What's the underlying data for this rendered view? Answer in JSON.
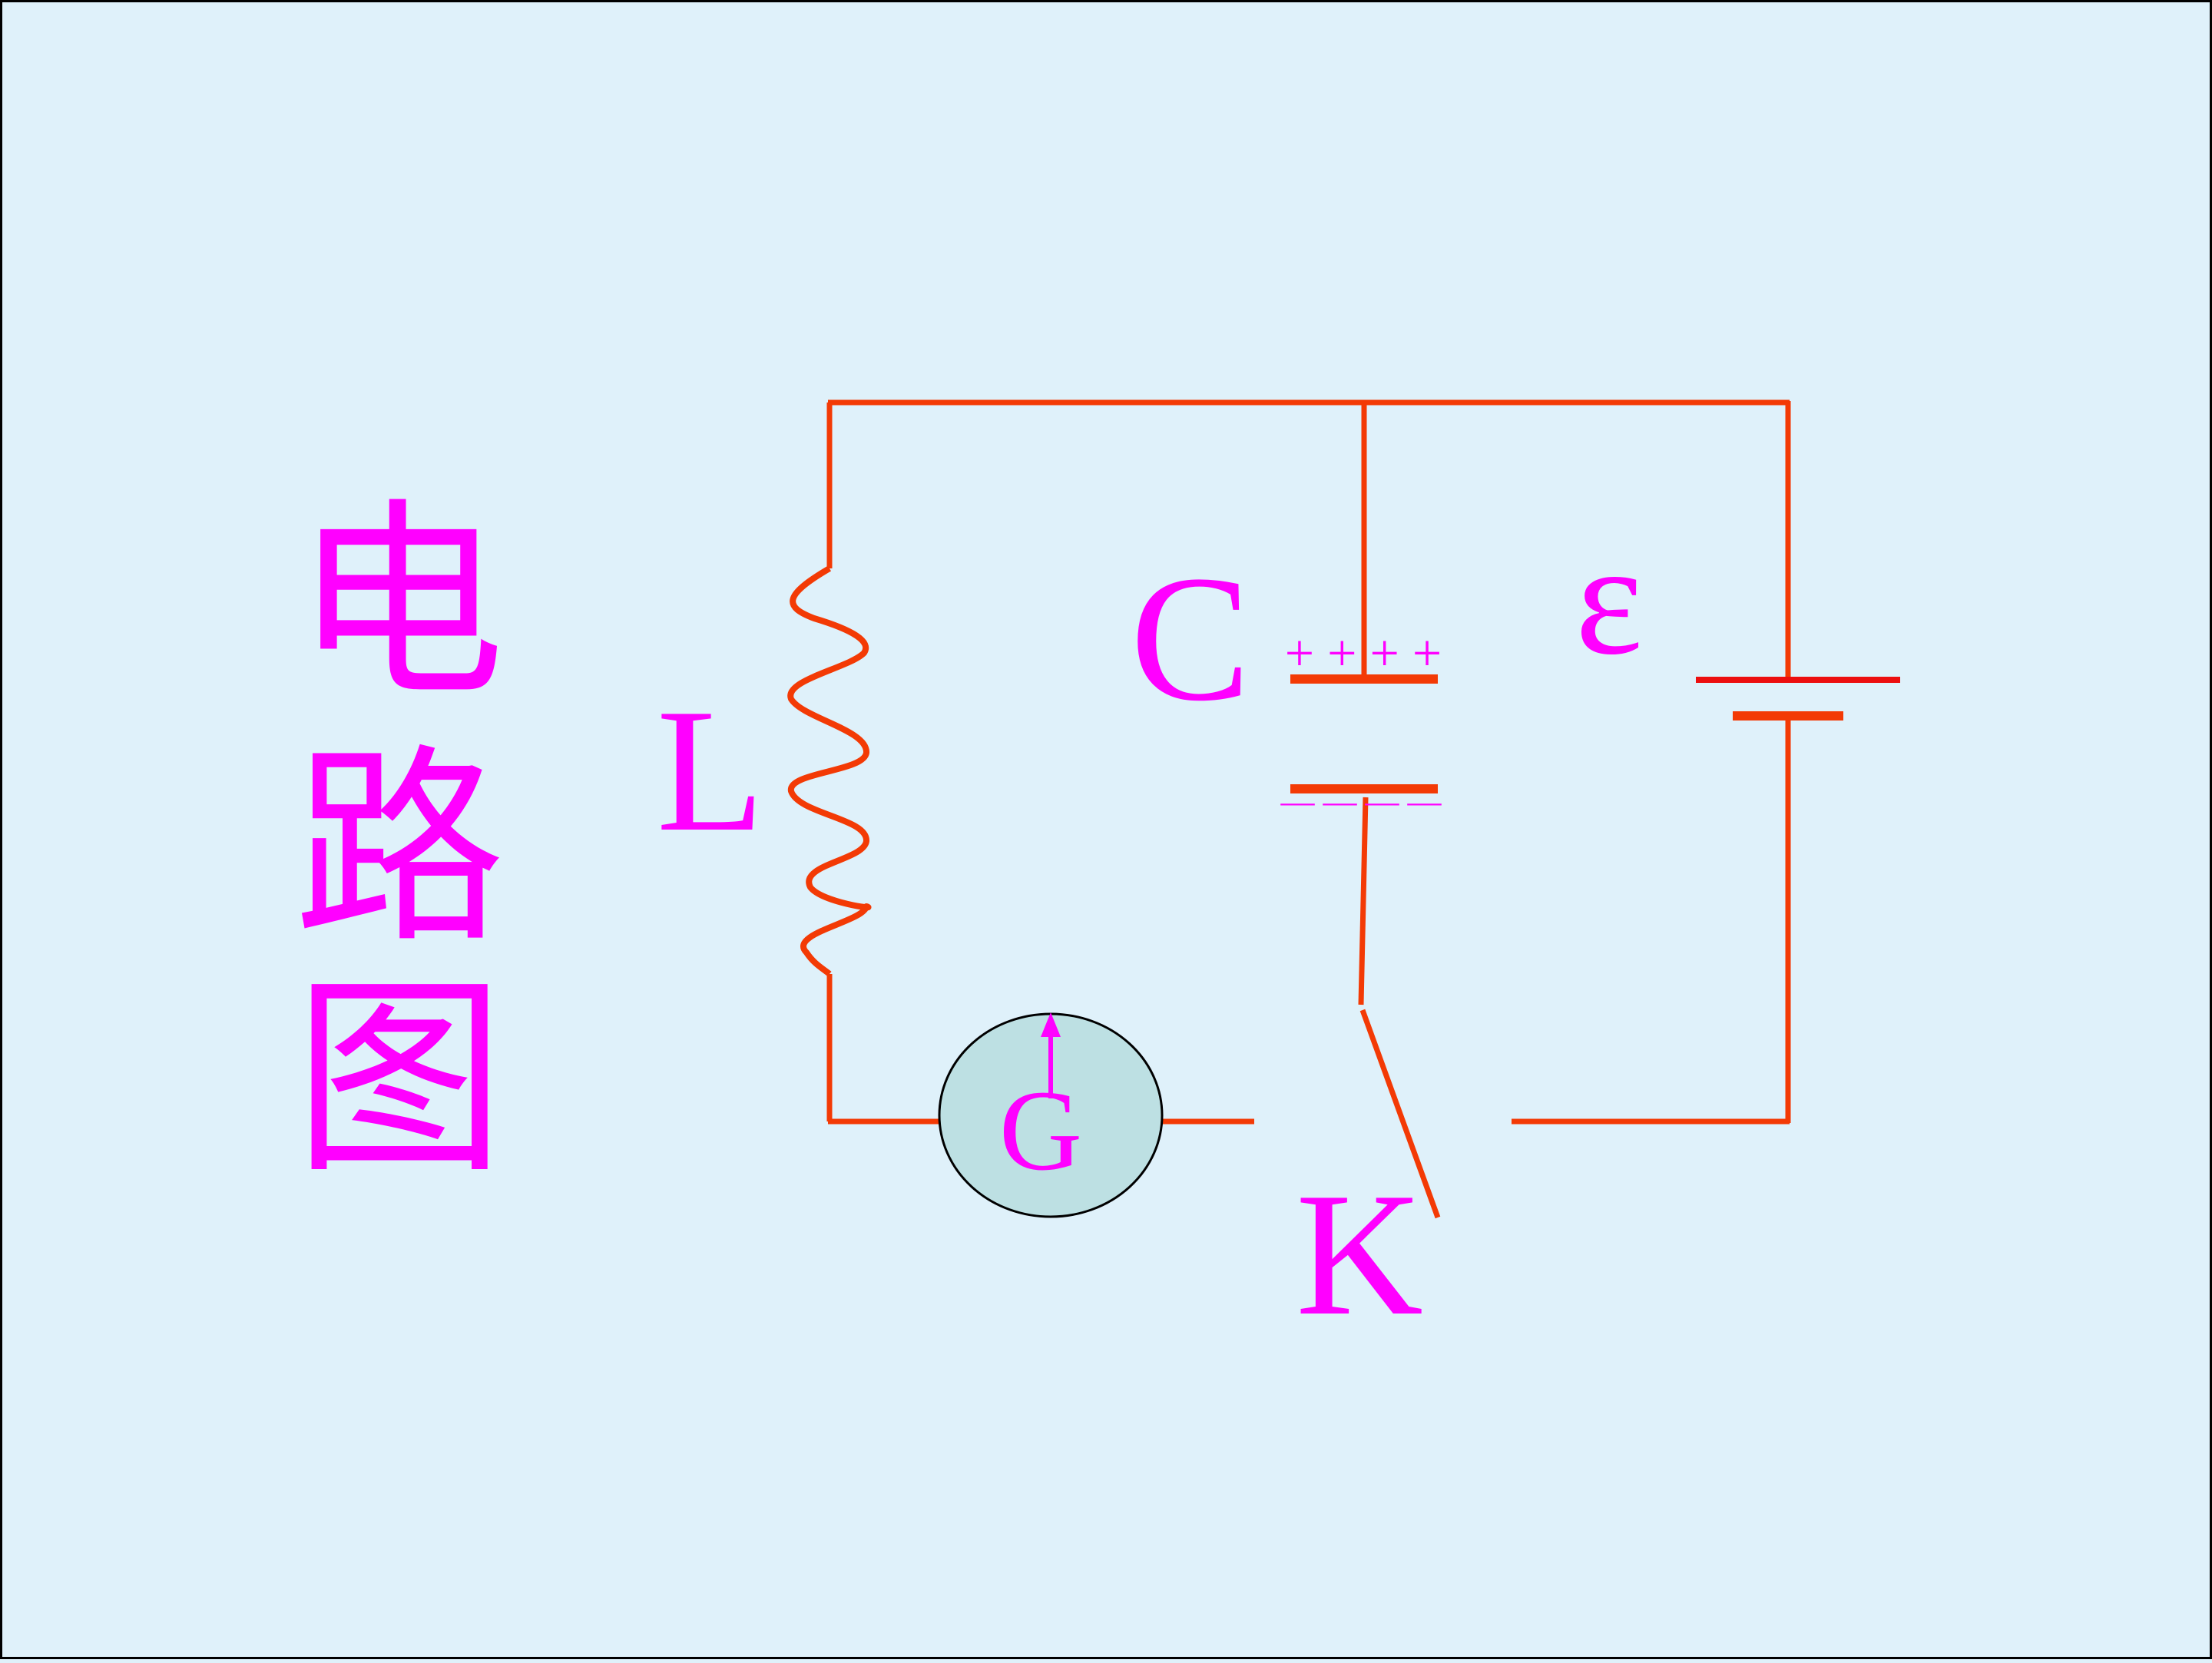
{
  "title_chars": [
    "电",
    "路",
    "图"
  ],
  "labels": {
    "inductor": "L",
    "capacitor": "C",
    "emf": "ε",
    "galvanometer": "G",
    "switch": "K",
    "plus_signs": "+ + + +",
    "minus_signs": "— — — —"
  },
  "colors": {
    "background": "#dff1fa",
    "wire": "#f33a05",
    "battery_long_plate": "#ec0f0f",
    "label": "#ff00ff",
    "galvanometer_fill": "#bde0e3",
    "border": "#000000"
  }
}
